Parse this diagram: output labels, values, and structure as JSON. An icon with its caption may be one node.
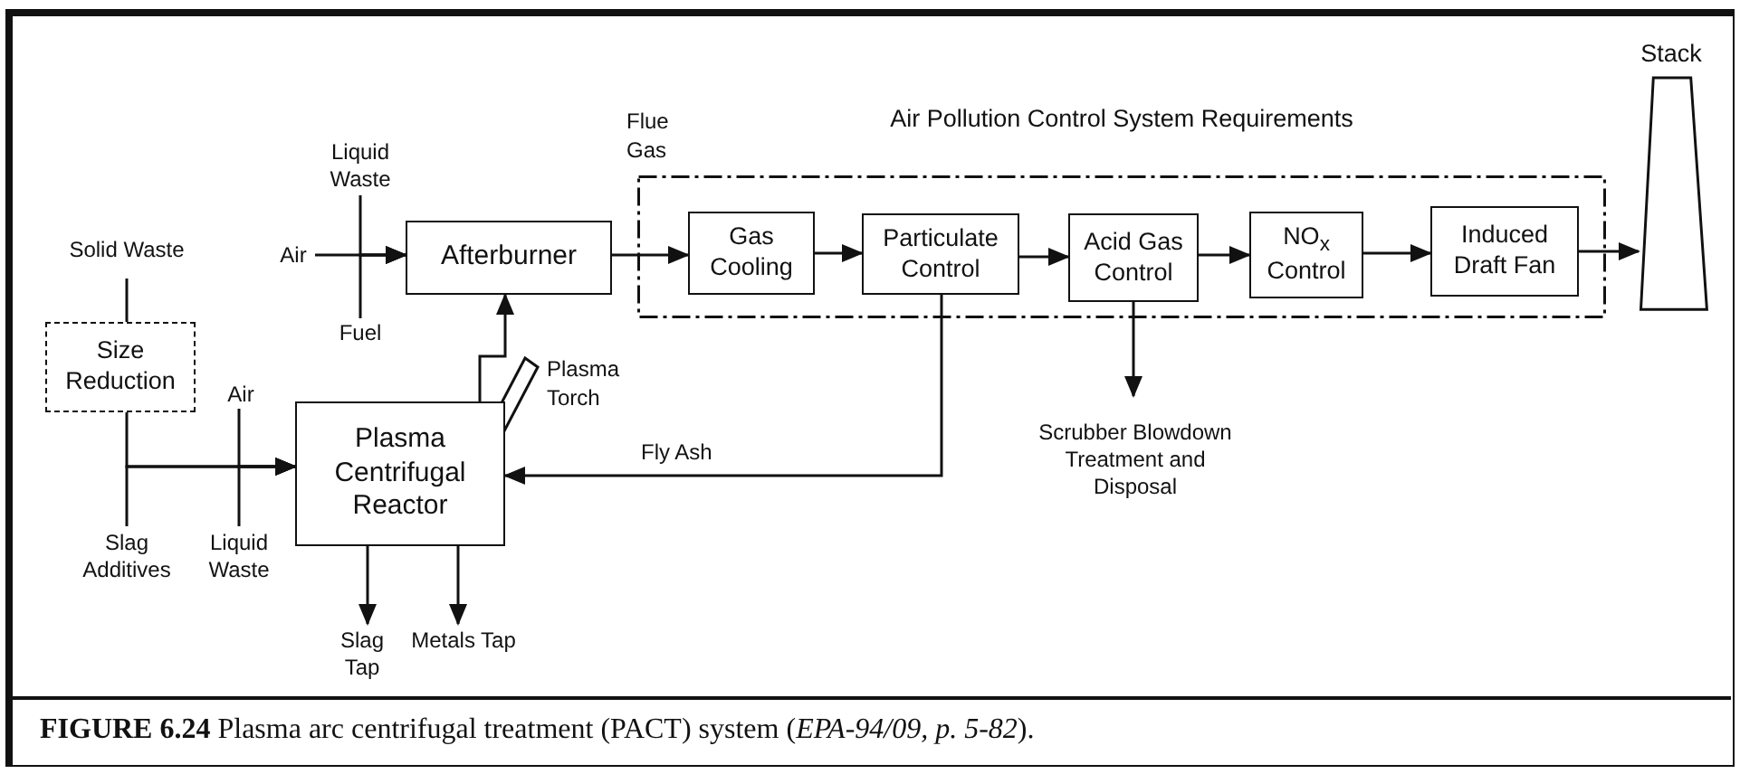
{
  "diagram": {
    "caption": "**FIGURE 6.24**  Plasma arc centrifugal treatment (PACT) system (*EPA-94/09, p. 5-82*).",
    "nodes": [
      {
        "text": [
          "Solid Waste"
        ]
      },
      {
        "text": [
          "Size Reduction"
        ]
      },
      {
        "text": [
          "Liquid Waste"
        ]
      },
      {
        "text": [
          "Air"
        ]
      },
      {
        "text": [
          "Afterburner"
        ]
      },
      {
        "text": [
          "Fuel"
        ]
      },
      {
        "text": [
          "Air"
        ]
      },
      {
        "text": [
          "Plasma Centrifugal Reactor"
        ]
      },
      {
        "text": [
          "Slag Additives"
        ]
      },
      {
        "text": [
          "Liquid Waste"
        ]
      },
      {
        "text": [
          "Slag Tap"
        ]
      },
      {
        "text": [
          "Metals Tap"
        ]
      },
      {
        "text": [
          "Air Pollution Control System Requirements"
        ]
      },
      {
        "text": [
          "Gas Cooling"
        ],
        "in": 12
      },
      {
        "text": [
          "Particulate Control"
        ],
        "in": 12
      },
      {
        "text": [
          "Acid Gas Control"
        ],
        "in": 12
      },
      {
        "text": [
          "NO$_{x}$ Control"
        ],
        "in": 12
      },
      {
        "text": [
          "Induced Draft Fan"
        ],
        "in": 12
      },
      {
        "text": [
          "Stack"
        ]
      },
      {
        "text": [
          "Scrubber Blowdown Treatment and Disposal"
        ]
      }
    ],
    "edges": [
      {
        "from": 0,
        "to": 1,
        "arrow": "none"
      },
      {
        "from": 1,
        "to": 7,
        "arrow": "to"
      },
      {
        "from": 8,
        "to": 7,
        "arrow": "to"
      },
      {
        "from": 6,
        "to": 7,
        "arrow": "to"
      },
      {
        "from": 9,
        "to": 7,
        "arrow": "to"
      },
      {
        "from": 2,
        "to": 4,
        "arrow": "to"
      },
      {
        "from": 3,
        "to": 4,
        "arrow": "to"
      },
      {
        "from": 5,
        "to": 4,
        "arrow": "to"
      },
      {
        "from": 7,
        "to": 4,
        "arrow": "to"
      },
      {
        "from": 4,
        "to": 13,
        "arrow": "to",
        "label": "Flue Gas"
      },
      {
        "from": 13,
        "to": 14,
        "arrow": "to"
      },
      {
        "from": 14,
        "to": 15,
        "arrow": "to"
      },
      {
        "from": 15,
        "to": 16,
        "arrow": "to"
      },
      {
        "from": 16,
        "to": 17,
        "arrow": "to"
      },
      {
        "from": 17,
        "to": 18,
        "arrow": "to"
      },
      {
        "from": 14,
        "to": 7,
        "arrow": "to",
        "label": "Fly Ash"
      },
      {
        "from": 15,
        "to": 19,
        "arrow": "to"
      },
      {
        "from": 7,
        "to": 10,
        "arrow": "to"
      },
      {
        "from": 7,
        "to": 11,
        "arrow": "to"
      }
    ],
    "labels": [
      "Plasma Torch"
    ]
  }
}
